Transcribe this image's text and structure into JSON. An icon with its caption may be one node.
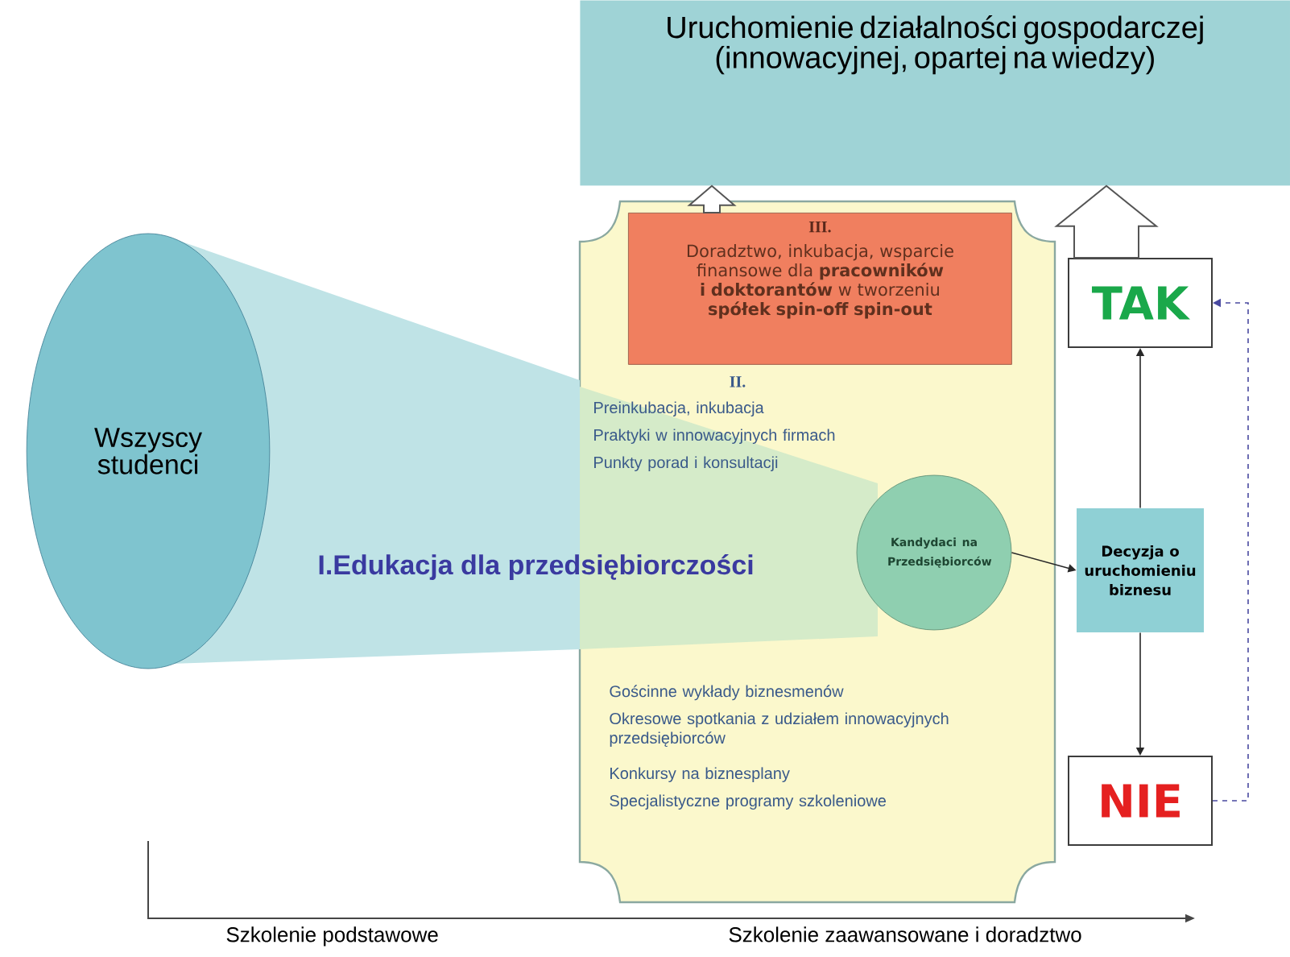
{
  "diagram": {
    "nodes": [
      {
        "text": [
          "Uruchomienie działalności gospodarczej (innowacyjnej, opartej na wiedzy)"
        ]
      },
      {
        "text": [
          "Wszyscy studenci"
        ]
      },
      {
        "text": [
          "II.",
          "Preinkubacja, inkubacja",
          "Praktyki w innowacyjnych firmach",
          "Punkty porad i konsultacji",
          "Gościnne wykłady biznesmenów",
          "Okresowe spotkania z udziałem innowacyjnych przedsiębiorców",
          "Konkursy na biznesplany",
          "Specjalistyczne programy szkoleniowe"
        ]
      },
      {
        "text": [
          "III.",
          "Doradztwo, inkubacja, wsparcie finansowe dla **pracowników i doktorantów** w tworzeniu **spółek spin-off spin-out**"
        ],
        "in": 2
      },
      {
        "text": [
          "Kandydaci na Przedsiębiorców"
        ],
        "in": 2
      },
      {
        "text": [
          "Decyzja o uruchomieniu biznesu"
        ]
      },
      {
        "text": [
          "TAK"
        ]
      },
      {
        "text": [
          "NIE"
        ]
      },
      {
        "text": [],
        "shape": "cone"
      }
    ],
    "edges": [
      {
        "from": 3,
        "to": 0,
        "arrow": "to",
        "style": "thick"
      },
      {
        "from": 6,
        "to": 0,
        "arrow": "to",
        "style": "thick"
      },
      {
        "from": 4,
        "to": 5,
        "arrow": "to"
      },
      {
        "from": 5,
        "to": 6,
        "arrow": "to"
      },
      {
        "from": 5,
        "to": 7,
        "arrow": "to"
      },
      {
        "from": 7,
        "to": 6,
        "arrow": "to",
        "style": "dashed",
        "color": "#4a4aa0"
      }
    ],
    "labels": [
      "I.Edukacja dla przedsiębiorczości",
      "Szkolenie podstawowe",
      "Szkolenie  zaawansowane i doradztwo"
    ]
  }
}
